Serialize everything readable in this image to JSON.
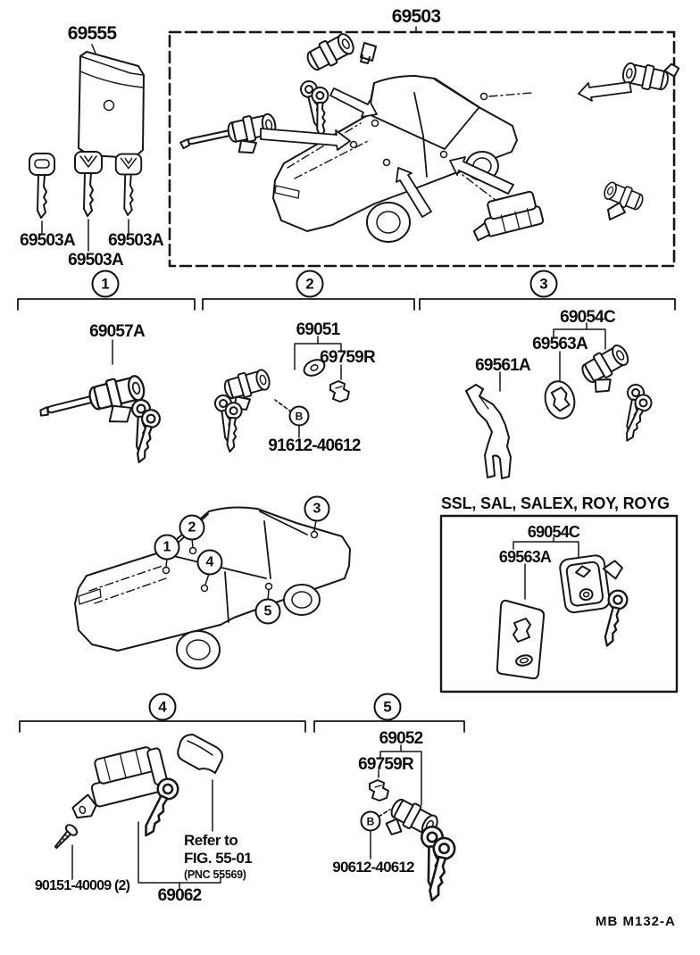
{
  "kit": {
    "label": "69503"
  },
  "key_set": {
    "pouch_label": "69555",
    "labels": {
      "left": "69503A",
      "middle": "69503A",
      "right": "69503A"
    }
  },
  "section_headers": {
    "one": "1",
    "two": "2",
    "three": "3",
    "four": "4",
    "five": "5"
  },
  "section1": {
    "lock": "69057A"
  },
  "section2": {
    "lock": "69051",
    "clip": "69759R",
    "bolt_symbol": "B",
    "bolt": "91612-40612"
  },
  "section3": {
    "lock": "69054C",
    "gasket": "69563A",
    "stay": "69561A"
  },
  "car_map": {
    "c1": "1",
    "c2": "2",
    "c3": "3",
    "c4": "4",
    "c5": "5"
  },
  "ssl": {
    "title": "SSL, SAL, SALEX, ROY, ROYG",
    "lock": "69054C",
    "pad": "69563A"
  },
  "section4": {
    "screws": "90151-40009 (2)",
    "lock": "69062",
    "refer_line1": "Refer to",
    "refer_line2": "FIG. 55-01",
    "refer_line3": "(PNC 55569)"
  },
  "section5": {
    "lock": "69052",
    "clip": "69759R",
    "bolt_symbol": "B",
    "bolt": "90612-40612"
  },
  "footer": {
    "code": "MB  M132-A"
  }
}
